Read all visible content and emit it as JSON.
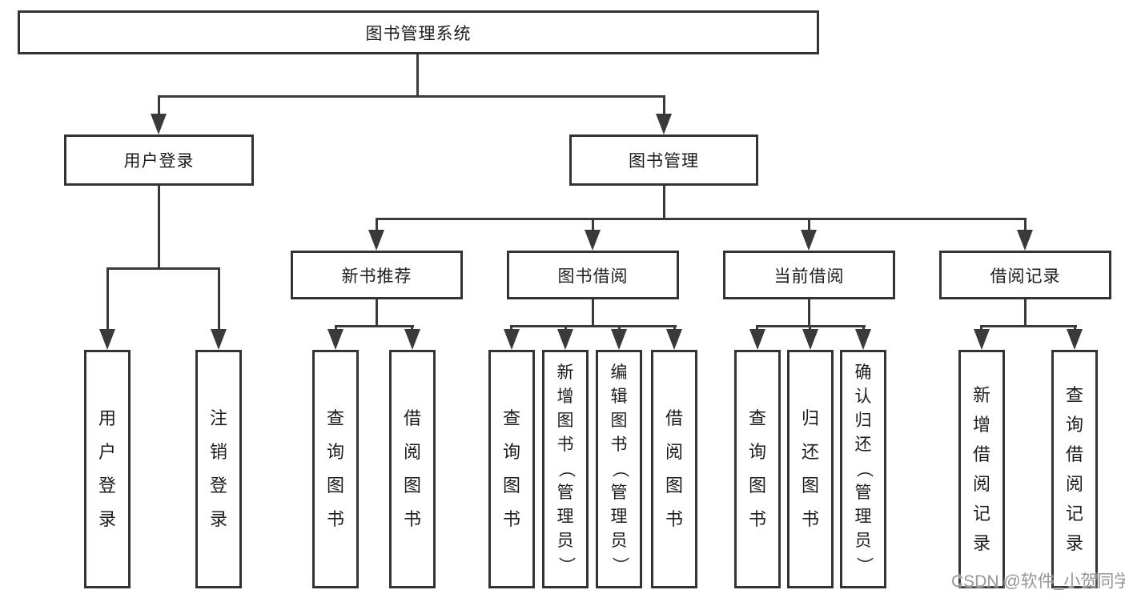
{
  "diagram": {
    "title": "图书管理系统",
    "level2": {
      "user_login": "用户登录",
      "book_mgmt": "图书管理"
    },
    "level3": {
      "new_book_rec": "新书推荐",
      "book_borrow": "图书借阅",
      "current_borrow": "当前借阅",
      "borrow_record": "借阅记录"
    },
    "leaves": {
      "user_login": "用户登录",
      "logout": "注销登录",
      "rec_query_books": "查询图书",
      "rec_borrow_books": "借阅图书",
      "bb_query_books": "查询图书",
      "bb_add_books": "新增图书（管理员）",
      "bb_edit_books": "编辑图书（管理员）",
      "bb_borrow_books": "借阅图书",
      "cb_query_books": "查询图书",
      "cb_return_books": "归还图书",
      "cb_confirm_return": "确认归还（管理员）",
      "br_add_record": "新增借阅记录",
      "br_query_record": "查询借阅记录"
    },
    "watermark": "CSDN @软件_小贺同学",
    "colors": {
      "line": "#3a3a3a",
      "border": "#333333",
      "text": "#1c1c1c",
      "watermark_text": "#969696",
      "background": "#ffffff"
    }
  }
}
